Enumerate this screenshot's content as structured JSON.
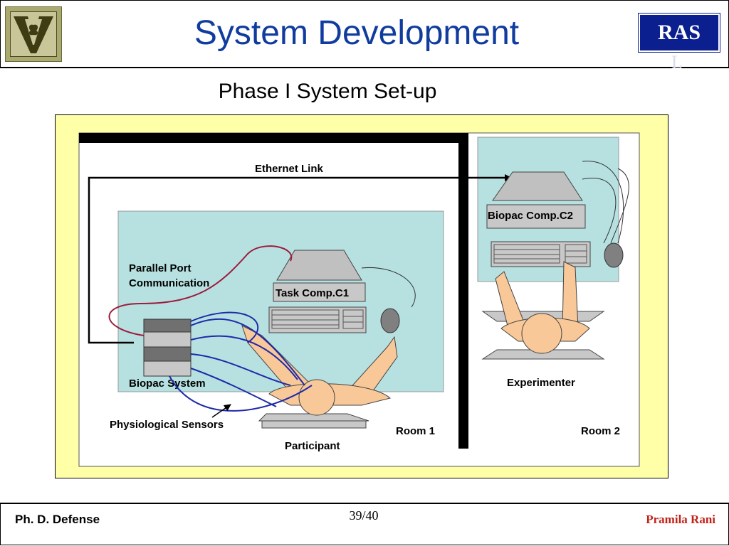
{
  "header": {
    "title": "System Development",
    "badge": "RAS",
    "badge_overflow": "L",
    "logo": "vanderbilt-v-logo"
  },
  "subtitle": "Phase I System Set-up",
  "diagram": {
    "ethernet_label": "Ethernet Link",
    "parallel_label_line1": "Parallel Port",
    "parallel_label_line2": "Communication",
    "task_comp_label": "Task Comp.C1",
    "biopac_comp_label": "Biopac Comp.C2",
    "biopac_system_label": "Biopac System",
    "sensors_label": "Physiological Sensors",
    "participant_label": "Participant",
    "experimenter_label": "Experimenter",
    "room1_label": "Room 1",
    "room2_label": "Room 2",
    "colors": {
      "frame_yellow": "#ffffa8",
      "room_bg": "#b7e1e1",
      "skin": "#f8c898",
      "sensor_wire": "#1e2aa8",
      "parallel_wire": "#9c1c3c"
    }
  },
  "footer": {
    "left": "Ph. D. Defense",
    "page": "39/40",
    "author": "Pramila Rani"
  }
}
